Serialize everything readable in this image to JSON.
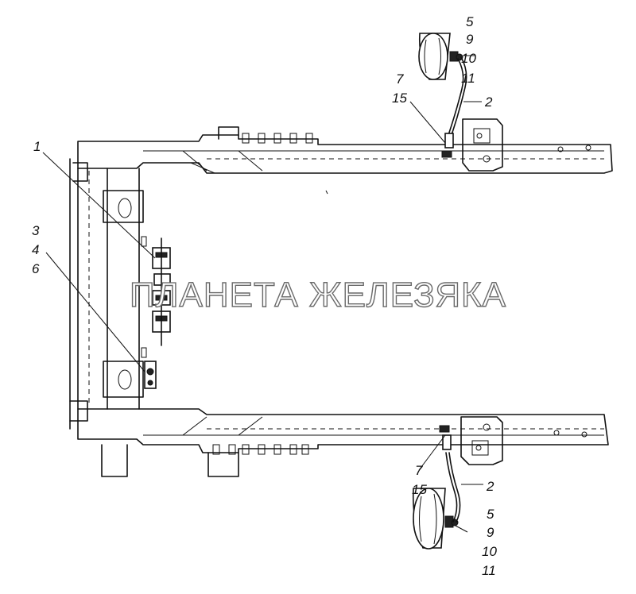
{
  "watermark": "ПЛАНЕТА ЖЕЛЕЗЯКА",
  "callouts": {
    "top_right": {
      "c5": "5",
      "c9": "9",
      "c10": "10",
      "c11": "11",
      "c7": "7",
      "c15": "15",
      "c2": "2"
    },
    "left": {
      "c1": "1",
      "c3": "3",
      "c4": "4",
      "c6": "6"
    },
    "bottom_right": {
      "c7": "7",
      "c15": "15",
      "c2": "2",
      "c5": "5",
      "c9": "9",
      "c10": "10",
      "c11": "11"
    }
  }
}
